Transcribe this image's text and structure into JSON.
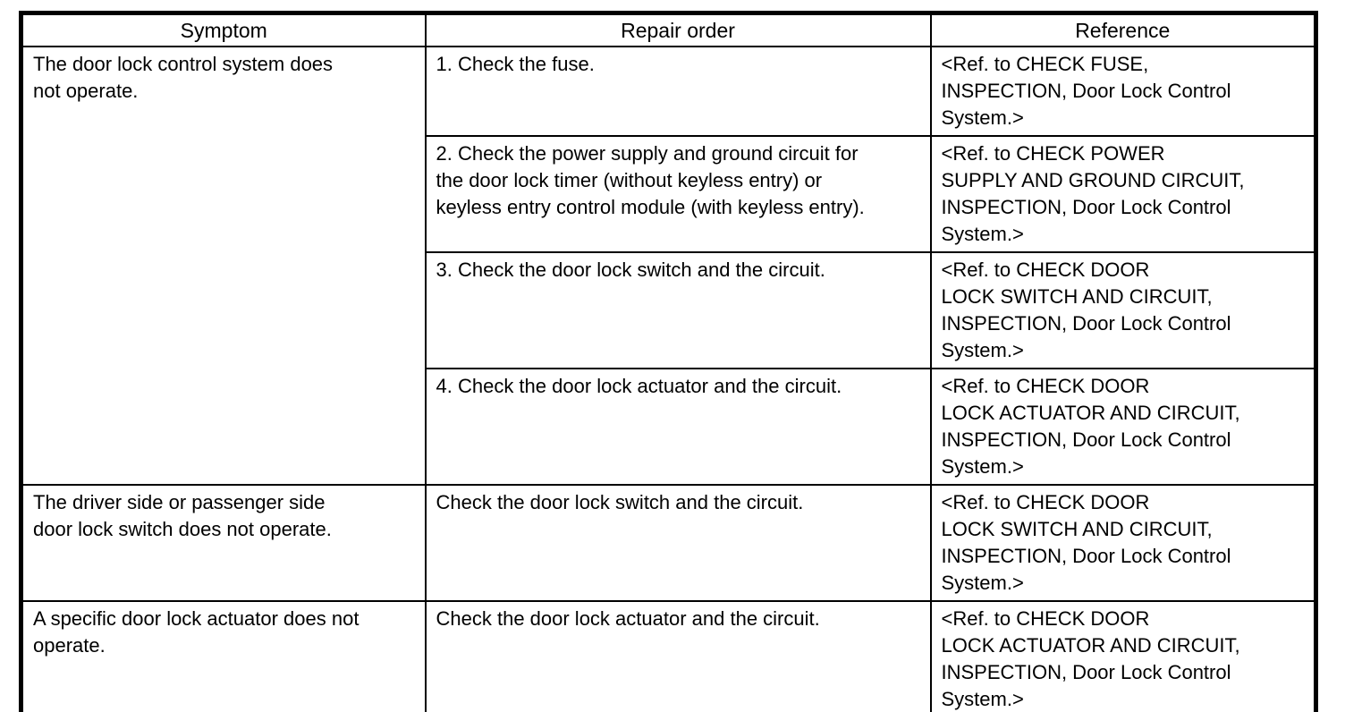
{
  "table": {
    "headers": [
      "Symptom",
      "Repair order",
      "Reference"
    ],
    "rows": [
      {
        "symptom": "The door lock control system does\nnot operate.",
        "steps": [
          {
            "repair": "1. Check the fuse.",
            "reference": "<Ref. to CHECK FUSE,\nINSPECTION, Door Lock Control\nSystem.>"
          },
          {
            "repair": "2. Check the power supply and ground circuit for\nthe door lock timer (without keyless entry) or\nkeyless entry control module (with keyless entry).",
            "reference": "<Ref. to CHECK POWER\nSUPPLY AND GROUND CIRCUIT,\nINSPECTION, Door Lock Control\nSystem.>"
          },
          {
            "repair": "3. Check the door lock switch and the circuit.",
            "reference": "<Ref. to CHECK DOOR\nLOCK SWITCH AND CIRCUIT,\nINSPECTION, Door Lock Control\nSystem.>"
          },
          {
            "repair": "4. Check the door lock actuator and the circuit.",
            "reference": "<Ref. to CHECK DOOR\nLOCK ACTUATOR AND CIRCUIT,\nINSPECTION, Door Lock Control\nSystem.>"
          }
        ]
      },
      {
        "symptom": "The driver side or passenger side\ndoor lock switch does not operate.",
        "steps": [
          {
            "repair": "Check the door lock switch and the circuit.",
            "reference": "<Ref. to CHECK DOOR\nLOCK SWITCH AND CIRCUIT,\nINSPECTION, Door Lock Control\nSystem.>"
          }
        ]
      },
      {
        "symptom": "A specific door lock actuator does not\noperate.",
        "steps": [
          {
            "repair": "Check the door lock actuator and the circuit.",
            "reference": "<Ref. to CHECK DOOR\nLOCK ACTUATOR AND CIRCUIT,\nINSPECTION, Door Lock Control\nSystem.>"
          }
        ]
      }
    ]
  }
}
